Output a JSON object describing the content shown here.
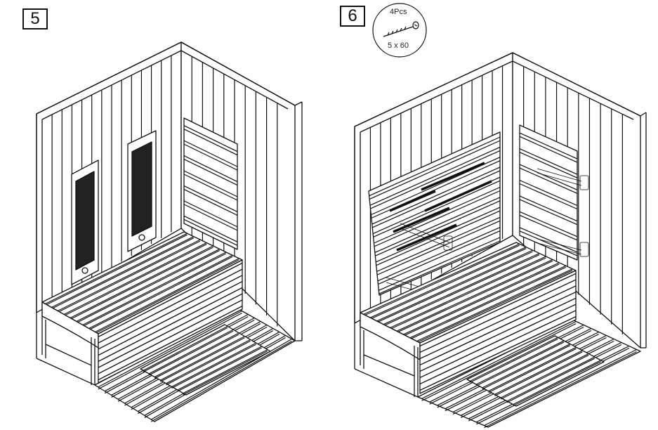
{
  "steps": [
    {
      "number": "5"
    },
    {
      "number": "6"
    }
  ],
  "hardware": {
    "quantity": "4Pcs",
    "size": "5 x  60"
  },
  "colors": {
    "ink": "#111111",
    "paper": "#ffffff",
    "heater": "#222222"
  }
}
